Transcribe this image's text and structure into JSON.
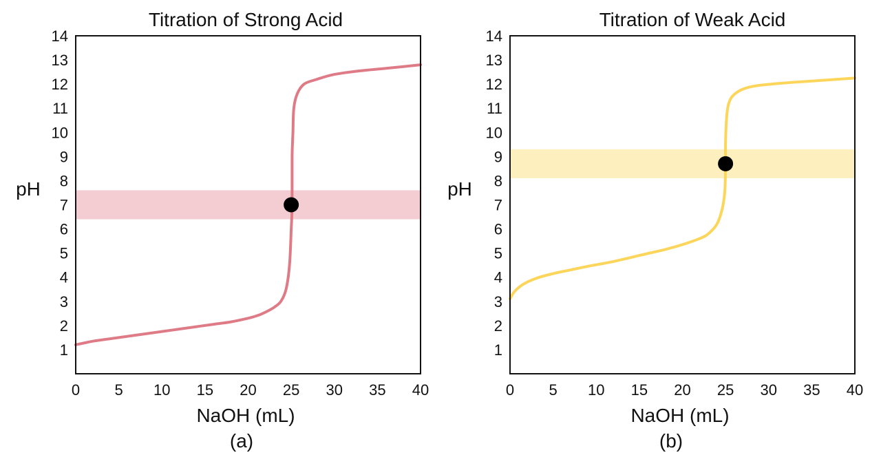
{
  "chart_data": [
    {
      "type": "line",
      "title": "Titration of Strong Acid",
      "xlabel": "NaOH (mL)",
      "ylabel": "pH",
      "panel_label": "(a)",
      "xlim": [
        0,
        40
      ],
      "ylim": [
        0,
        14
      ],
      "xticks": [
        "0",
        "5",
        "10",
        "15",
        "20",
        "25",
        "30",
        "35",
        "40"
      ],
      "yticks": [
        "1",
        "2",
        "3",
        "4",
        "5",
        "6",
        "7",
        "8",
        "9",
        "10",
        "11",
        "12",
        "13",
        "14"
      ],
      "grid": false,
      "colors": {
        "line": "#df7b86",
        "band": "#f3cdd1",
        "marker": "#000000"
      },
      "band_y": [
        6.4,
        7.6
      ],
      "equivalence_point": {
        "x": 25.0,
        "y": 7.0
      },
      "series": [
        {
          "x": [
            0,
            2,
            4,
            6,
            8,
            10,
            12,
            14,
            16,
            18,
            20,
            21,
            22,
            23,
            23.8,
            24.4,
            24.8,
            25.0,
            25.1,
            25.1,
            25.2,
            25.3,
            25.7,
            26.5,
            28,
            30,
            33,
            36,
            40
          ],
          "y": [
            1.2,
            1.35,
            1.45,
            1.55,
            1.65,
            1.75,
            1.85,
            1.95,
            2.05,
            2.15,
            2.3,
            2.4,
            2.55,
            2.75,
            3.0,
            3.5,
            4.5,
            6.0,
            7.0,
            9.0,
            10.0,
            11.0,
            11.6,
            12.0,
            12.2,
            12.4,
            12.55,
            12.65,
            12.8
          ]
        }
      ]
    },
    {
      "type": "line",
      "title": "Titration of Weak Acid",
      "xlabel": "NaOH (mL)",
      "ylabel": "pH",
      "panel_label": "(b)",
      "xlim": [
        0,
        40
      ],
      "ylim": [
        0,
        14
      ],
      "xticks": [
        "0",
        "5",
        "10",
        "15",
        "20",
        "25",
        "30",
        "35",
        "40"
      ],
      "yticks": [
        "1",
        "2",
        "3",
        "4",
        "5",
        "6",
        "7",
        "8",
        "9",
        "10",
        "11",
        "12",
        "13",
        "14"
      ],
      "grid": false,
      "colors": {
        "line": "#fcd55b",
        "band": "#fdf0be",
        "marker": "#000000"
      },
      "band_y": [
        8.1,
        9.3
      ],
      "equivalence_point": {
        "x": 25.0,
        "y": 8.7
      },
      "series": [
        {
          "x": [
            0,
            0.5,
            1.5,
            3,
            5,
            7,
            9,
            12,
            15,
            18,
            20,
            22,
            23,
            24,
            24.6,
            24.9,
            25.0,
            25.0,
            25.1,
            25.3,
            25.7,
            26.5,
            27.5,
            29,
            32,
            36,
            40
          ],
          "y": [
            3.1,
            3.4,
            3.7,
            3.95,
            4.15,
            4.3,
            4.45,
            4.65,
            4.9,
            5.15,
            5.35,
            5.6,
            5.8,
            6.2,
            6.8,
            7.5,
            8.5,
            9.5,
            10.5,
            11.1,
            11.45,
            11.7,
            11.85,
            11.95,
            12.05,
            12.15,
            12.25
          ]
        }
      ]
    }
  ]
}
